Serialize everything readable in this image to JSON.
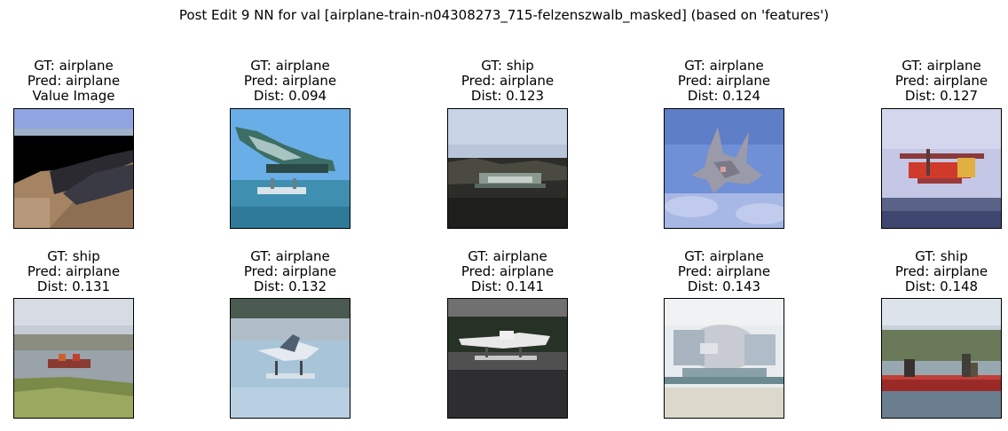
{
  "figure": {
    "title": "Post Edit 9 NN for val [airplane-train-n04308273_715-felzenszwalb_masked] (based on 'features')"
  },
  "panels": [
    {
      "gt": "GT: airplane",
      "pred": "Pred: airplane",
      "extra": "Value Image",
      "scene": "masked-query"
    },
    {
      "gt": "GT: airplane",
      "pred": "Pred: airplane",
      "extra": "Dist: 0.094",
      "scene": "seaplane-over-water"
    },
    {
      "gt": "GT: ship",
      "pred": "Pred: airplane",
      "extra": "Dist: 0.123",
      "scene": "boat-dark-shore"
    },
    {
      "gt": "GT: airplane",
      "pred": "Pred: airplane",
      "extra": "Dist: 0.124",
      "scene": "jet-in-sky"
    },
    {
      "gt": "GT: airplane",
      "pred": "Pred: airplane",
      "extra": "Dist: 0.127",
      "scene": "red-biplane"
    },
    {
      "gt": "GT: ship",
      "pred": "Pred: airplane",
      "extra": "Dist: 0.131",
      "scene": "boat-on-lake"
    },
    {
      "gt": "GT: airplane",
      "pred": "Pred: airplane",
      "extra": "Dist: 0.132",
      "scene": "floatplane-landing"
    },
    {
      "gt": "GT: airplane",
      "pred": "Pred: airplane",
      "extra": "Dist: 0.141",
      "scene": "white-floatplane-dark"
    },
    {
      "gt": "GT: airplane",
      "pred": "Pred: airplane",
      "extra": "Dist: 0.143",
      "scene": "floatplane-at-dock"
    },
    {
      "gt": "GT: ship",
      "pred": "Pred: airplane",
      "extra": "Dist: 0.148",
      "scene": "red-boat-people"
    }
  ]
}
